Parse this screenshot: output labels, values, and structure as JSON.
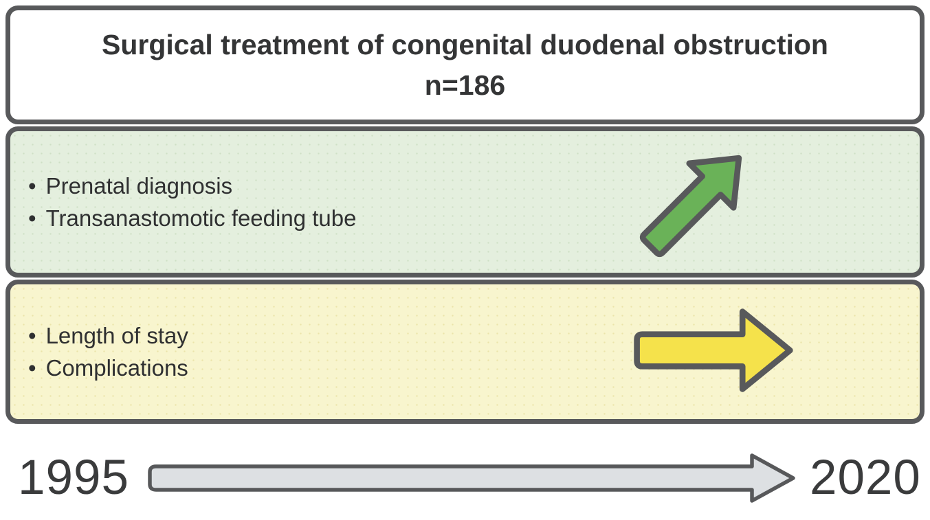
{
  "title": {
    "line1": "Surgical treatment of congenital duodenal obstruction",
    "line2": "n=186"
  },
  "panels": [
    {
      "name": "care-improvements",
      "items": [
        "Prenatal diagnosis",
        "Transanastomotic feeding tube"
      ],
      "arrow_icon": "trend-up-right-arrow",
      "background": "#e4efde",
      "arrow_fill": "#6ab258",
      "arrow_stroke": "#58595b"
    },
    {
      "name": "outcomes",
      "items": [
        "Length of stay",
        "Complications"
      ],
      "arrow_icon": "trend-flat-right-arrow",
      "background": "#f8f5ce",
      "arrow_fill": "#f5e24b",
      "arrow_stroke": "#58595b"
    }
  ],
  "timeline": {
    "start_year": "1995",
    "end_year": "2020",
    "arrow_icon": "timeline-right-arrow",
    "arrow_fill": "#dde0e3",
    "arrow_stroke": "#57585a"
  },
  "colors": {
    "box_border": "#58595b",
    "title_background": "#ffffff",
    "text": "#2f3031"
  }
}
